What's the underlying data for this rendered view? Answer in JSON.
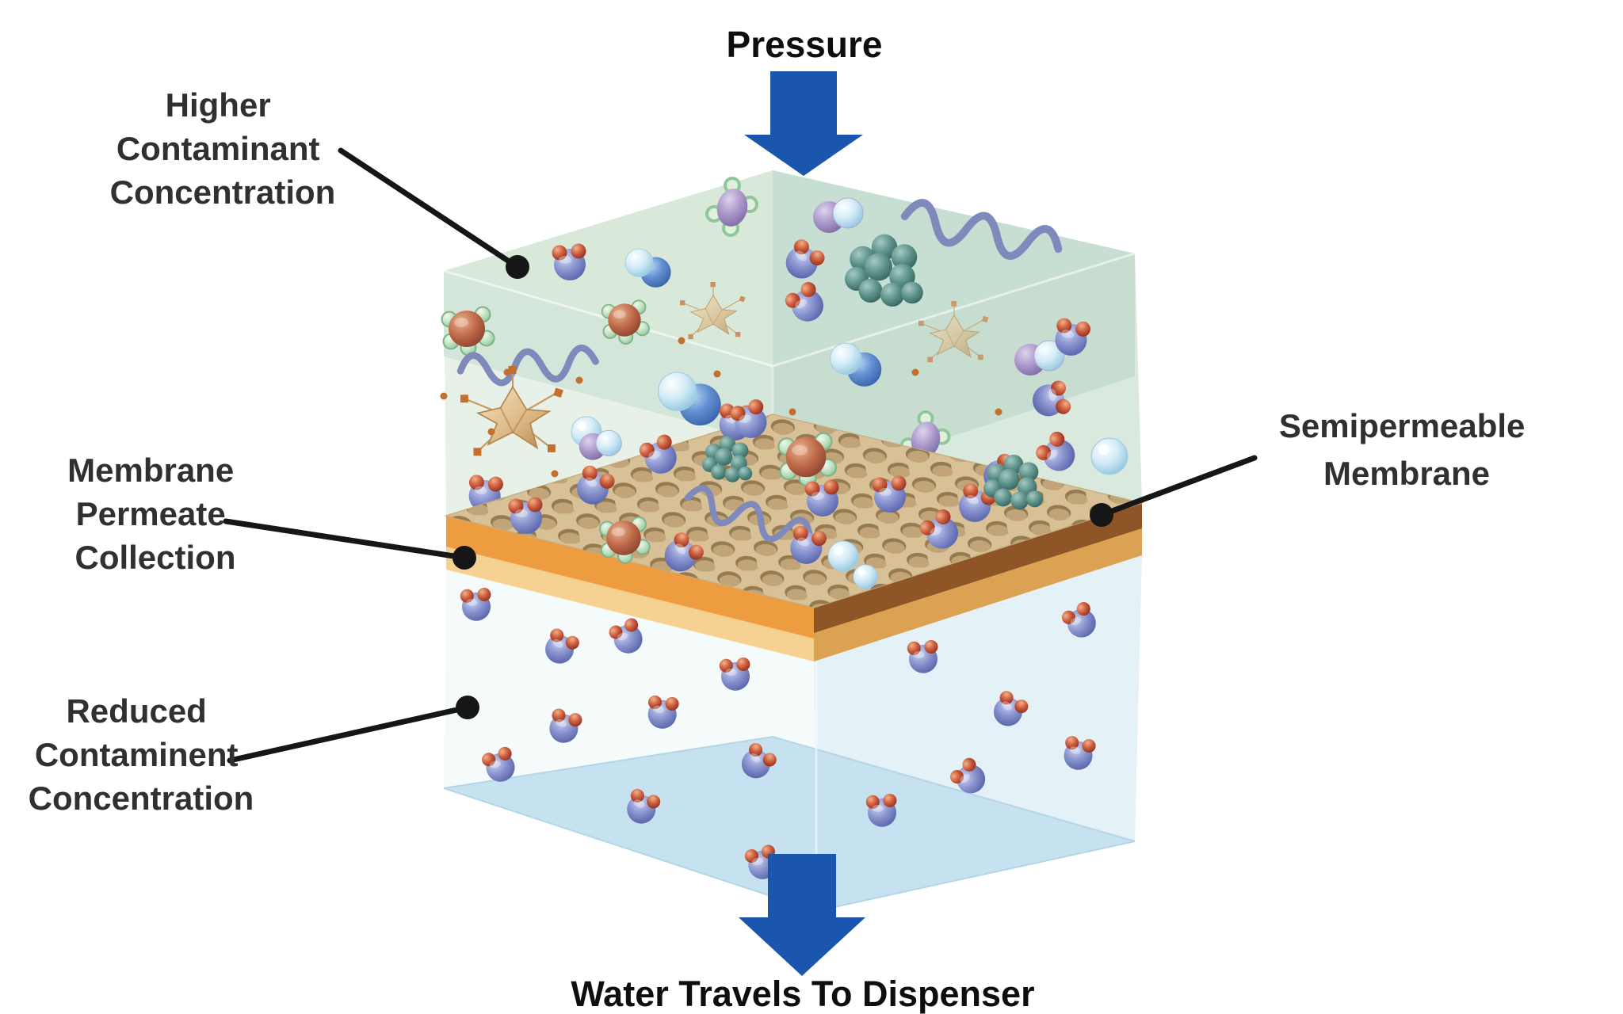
{
  "diagram": {
    "top_label": "Pressure",
    "bottom_label": "Water Travels To Dispenser",
    "annotations": {
      "higher_contaminant": {
        "lines": [
          "Higher",
          "Contaminant",
          "Concentration"
        ]
      },
      "membrane_permeate": {
        "lines": [
          "Membrane",
          "Permeate",
          "Collection"
        ]
      },
      "reduced_contaminent": {
        "lines": [
          "Reduced",
          "Contaminent",
          "Concentration"
        ]
      },
      "semipermeable": {
        "lines": [
          "Semipermeable",
          "Membrane"
        ]
      }
    },
    "colors": {
      "arrow_blue": "#1a55ae",
      "title_text": "#0e0e0e",
      "annotation_text": "#303030",
      "leader_line": "#161616",
      "cube_top": "#d8e9da",
      "cube_top_shaded": "#c6dfd2",
      "wall_upper_left": "#e7f1e8",
      "wall_upper_left_band": "#cfe2d4",
      "wall_upper_right": "#d9e9de",
      "wall_upper_right_band": "#c3dbcd",
      "wall_lower_left": "#f5fafb",
      "wall_lower_right": "#e4f1f7",
      "floor_blue": "#c6e1ef",
      "membrane_surface": "#d8c097",
      "membrane_pore": "#957b52",
      "membrane_orange": "#ee9c40",
      "membrane_pale": "#f6d292",
      "membrane_brown": "#8e5527",
      "membrane_gold": "#dca253"
    },
    "molecule_types": [
      {
        "name": "water-molecule",
        "color": "#8791cd"
      },
      {
        "name": "contaminant-virus",
        "color": "#c06a48"
      },
      {
        "name": "bacteria",
        "color": "#a996c9"
      },
      {
        "name": "algae-cluster",
        "color": "#5d938b"
      },
      {
        "name": "salt-crystal",
        "color": "#dcb684"
      },
      {
        "name": "air-bubble",
        "color": "#d3ecf7"
      },
      {
        "name": "polymer-strand",
        "color": "#8089bb"
      },
      {
        "name": "mineral-speck",
        "color": "#c3702f"
      }
    ]
  }
}
